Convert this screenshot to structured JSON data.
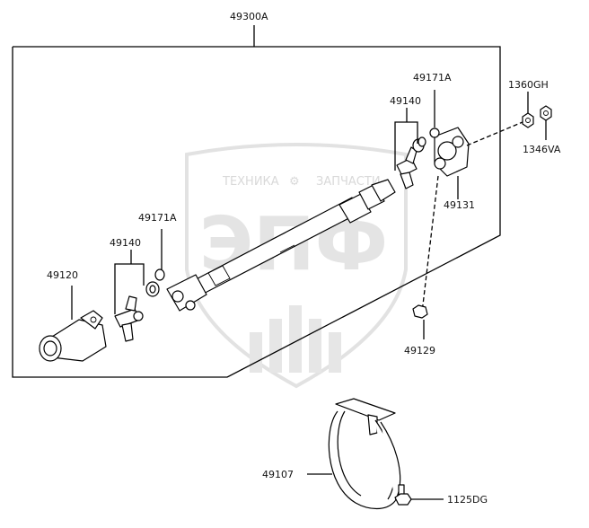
{
  "watermark": {
    "text_left": "ТЕХНИКА",
    "text_right": "ЗАПЧАСТИ",
    "letters": "ЭПФ"
  },
  "labels": {
    "assembly": "49300A",
    "bearing_right": "49171A",
    "cross_right": "49140",
    "nut_top": "1360GH",
    "washer_top": "1346VA",
    "yoke_right": "49131",
    "bearing_left": "49171A",
    "cross_left": "49140",
    "yoke_left": "49120",
    "bolt_yoke": "49129",
    "bracket": "49107",
    "bracket_bolt": "1125DG"
  }
}
